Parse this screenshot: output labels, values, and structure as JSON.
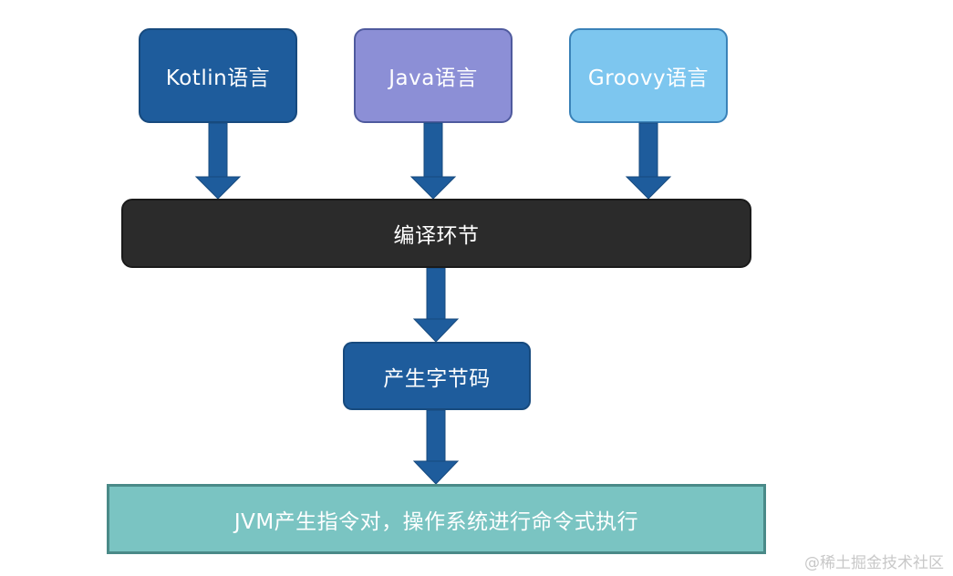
{
  "diagram": {
    "languages": [
      {
        "id": "kotlin",
        "label": "Kotlin语言",
        "color": "#1e5c9c"
      },
      {
        "id": "java",
        "label": "Java语言",
        "color": "#8c8fd6"
      },
      {
        "id": "groovy",
        "label": "Groovy语言",
        "color": "#7dc6ef"
      }
    ],
    "compile_label": "编译环节",
    "bytecode_label": "产生字节码",
    "jvm_label": "JVM产生指令对，操作系统进行命令式执行",
    "arrow_color": "#1e5c9c"
  },
  "watermark": "@稀土掘金技术社区"
}
